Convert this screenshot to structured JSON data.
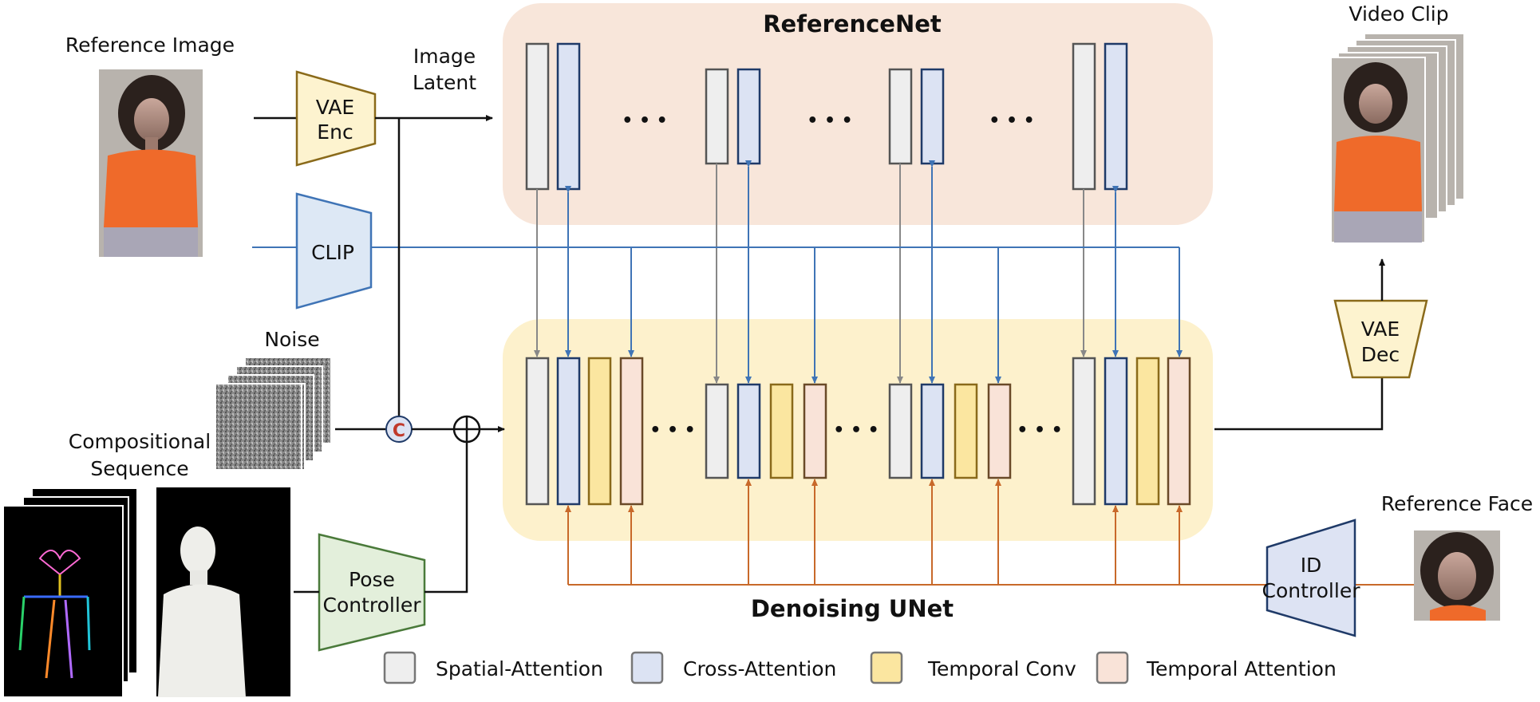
{
  "labels": {
    "reference_image": "Reference Image",
    "image_latent_1": "Image",
    "image_latent_2": "Latent",
    "vae_enc_1": "VAE",
    "vae_enc_2": "Enc",
    "clip": "CLIP",
    "noise": "Noise",
    "compositional_1": "Compositional",
    "compositional_2": "Sequence",
    "pose_controller_1": "Pose",
    "pose_controller_2": "Controller",
    "referencenet": "ReferenceNet",
    "denoising_unet": "Denoising UNet",
    "video_clip": "Video Clip",
    "vae_dec_1": "VAE",
    "vae_dec_2": "Dec",
    "reference_face": "Reference Face",
    "id_controller_1": "ID",
    "id_controller_2": "Controller",
    "concat_symbol": "C",
    "ellipsis": "• • •"
  },
  "legend": [
    {
      "label": "Spatial-Attention",
      "color": "#eeeeee"
    },
    {
      "label": "Cross-Attention",
      "color": "#dce3f3"
    },
    {
      "label": "Temporal Conv",
      "color": "#fbe6a0"
    },
    {
      "label": "Temporal Attention",
      "color": "#f9e3d8"
    }
  ],
  "colors": {
    "referencenet_bg": "#f8e6da",
    "unet_bg": "#fdf1cc",
    "spatial_block": "#eeeeee",
    "cross_block": "#dce3f3",
    "temporal_conv_block": "#fbe6a0",
    "temporal_attn_block": "#f9e3d8",
    "clip_line": "#3f74b6",
    "id_line": "#c8692a",
    "vae_fill": "#fdf3cf",
    "clip_fill": "#dde8f5",
    "pose_fill": "#e3efdb",
    "id_fill": "#dde3f3"
  }
}
